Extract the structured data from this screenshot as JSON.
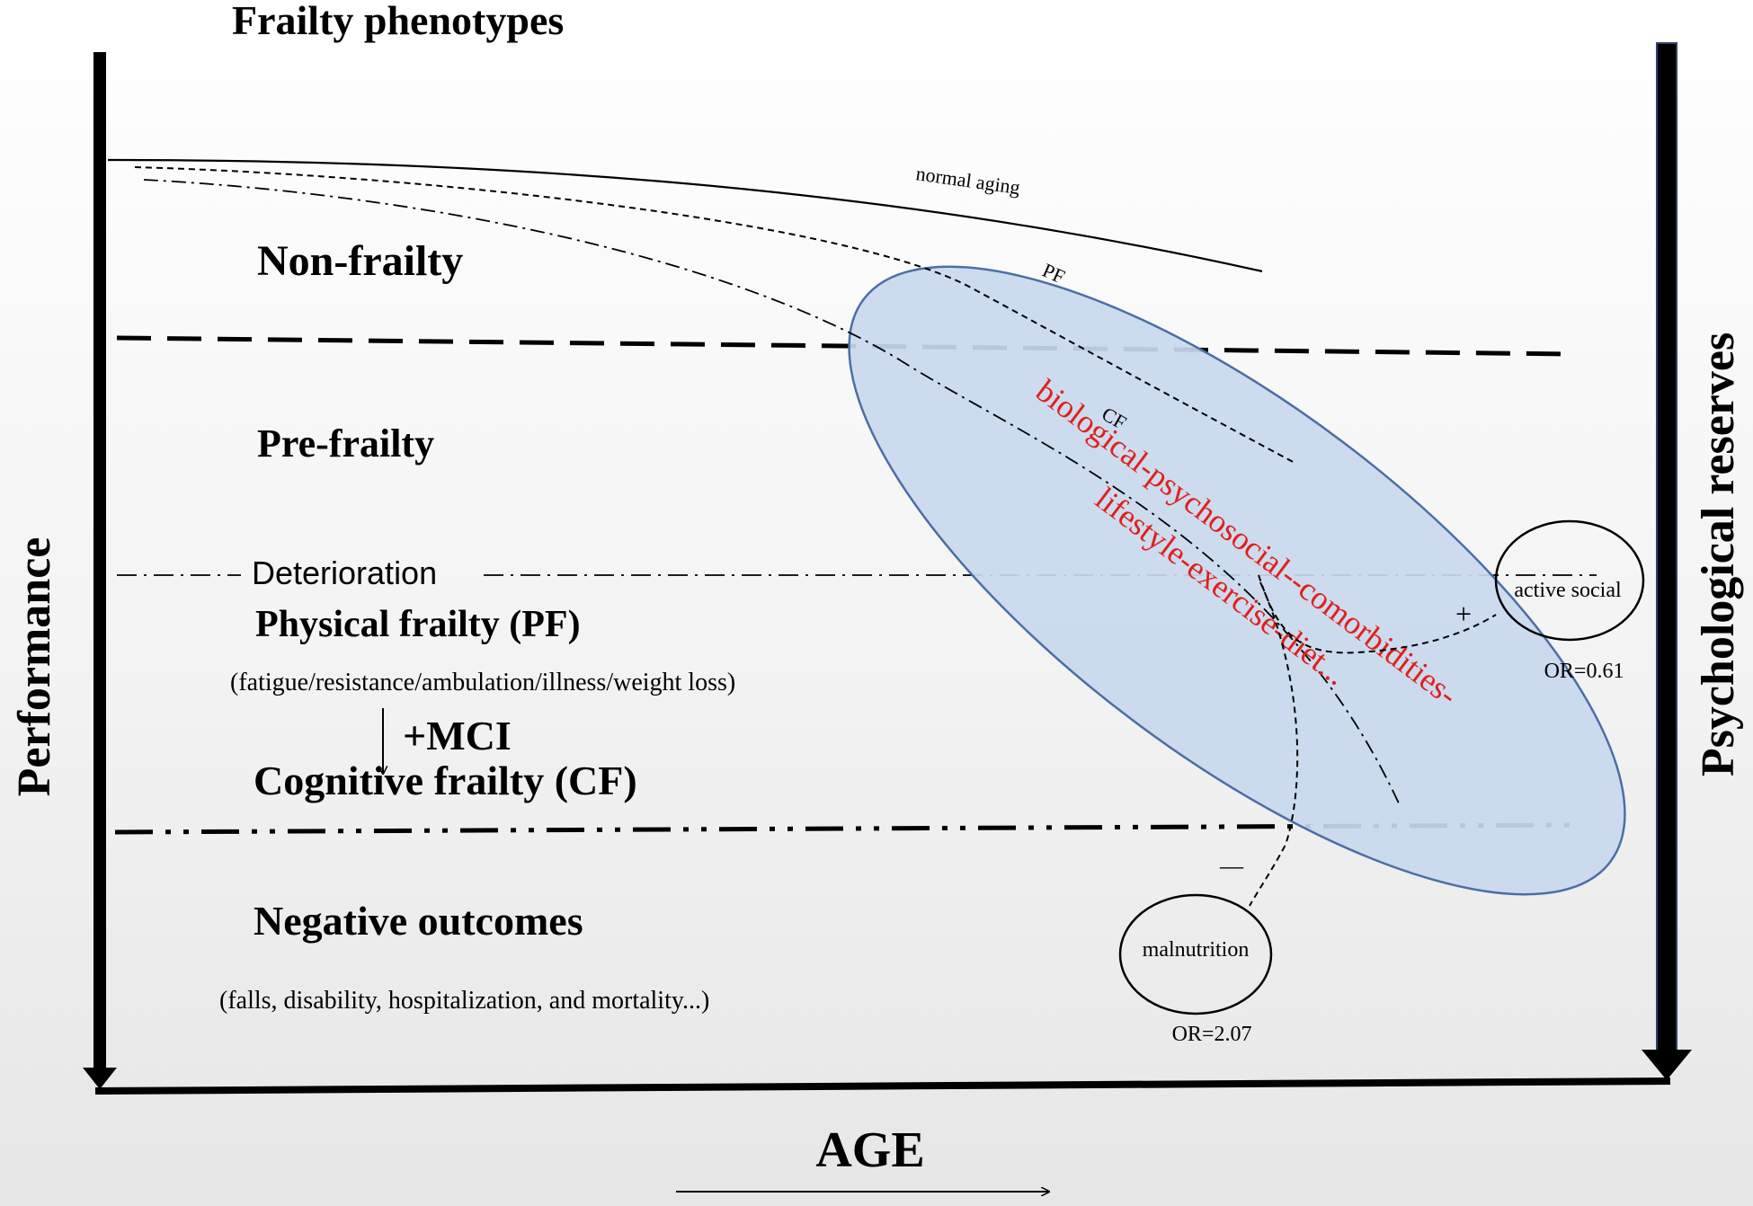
{
  "title": "Frailty phenotypes",
  "axes": {
    "left_label": "Performance",
    "right_label": "Psychological reserves",
    "bottom_label": "AGE"
  },
  "zones": {
    "non_frailty": "Non-frailty",
    "pre_frailty": "Pre-frailty",
    "deterioration": "Deterioration",
    "physical_frailty": "Physical frailty (PF)",
    "physical_frailty_detail": "(fatigue/resistance/ambulation/illness/weight loss)",
    "mci": "+MCI",
    "cognitive_frailty": "Cognitive frailty (CF)",
    "negative_outcomes": "Negative outcomes",
    "negative_outcomes_detail": "(falls, disability, hospitalization, and mortality...)"
  },
  "curves": {
    "normal_aging": "normal aging",
    "pf": "PF",
    "cf": "CF"
  },
  "factors": {
    "line1": "biological-psychosocial--comorbidities-",
    "line2": "lifestyle-exercise-diet..."
  },
  "modifiers": {
    "active_social": {
      "label": "active social",
      "sign": "+",
      "or": "OR=0.61"
    },
    "malnutrition": {
      "label": "malnutrition",
      "sign": "—",
      "or": "OR=2.07"
    }
  },
  "colors": {
    "ellipse_fill": "#c9d8ee",
    "ellipse_stroke": "#4a6fa5",
    "factor_text": "#e0201a",
    "axis": "#000000"
  }
}
